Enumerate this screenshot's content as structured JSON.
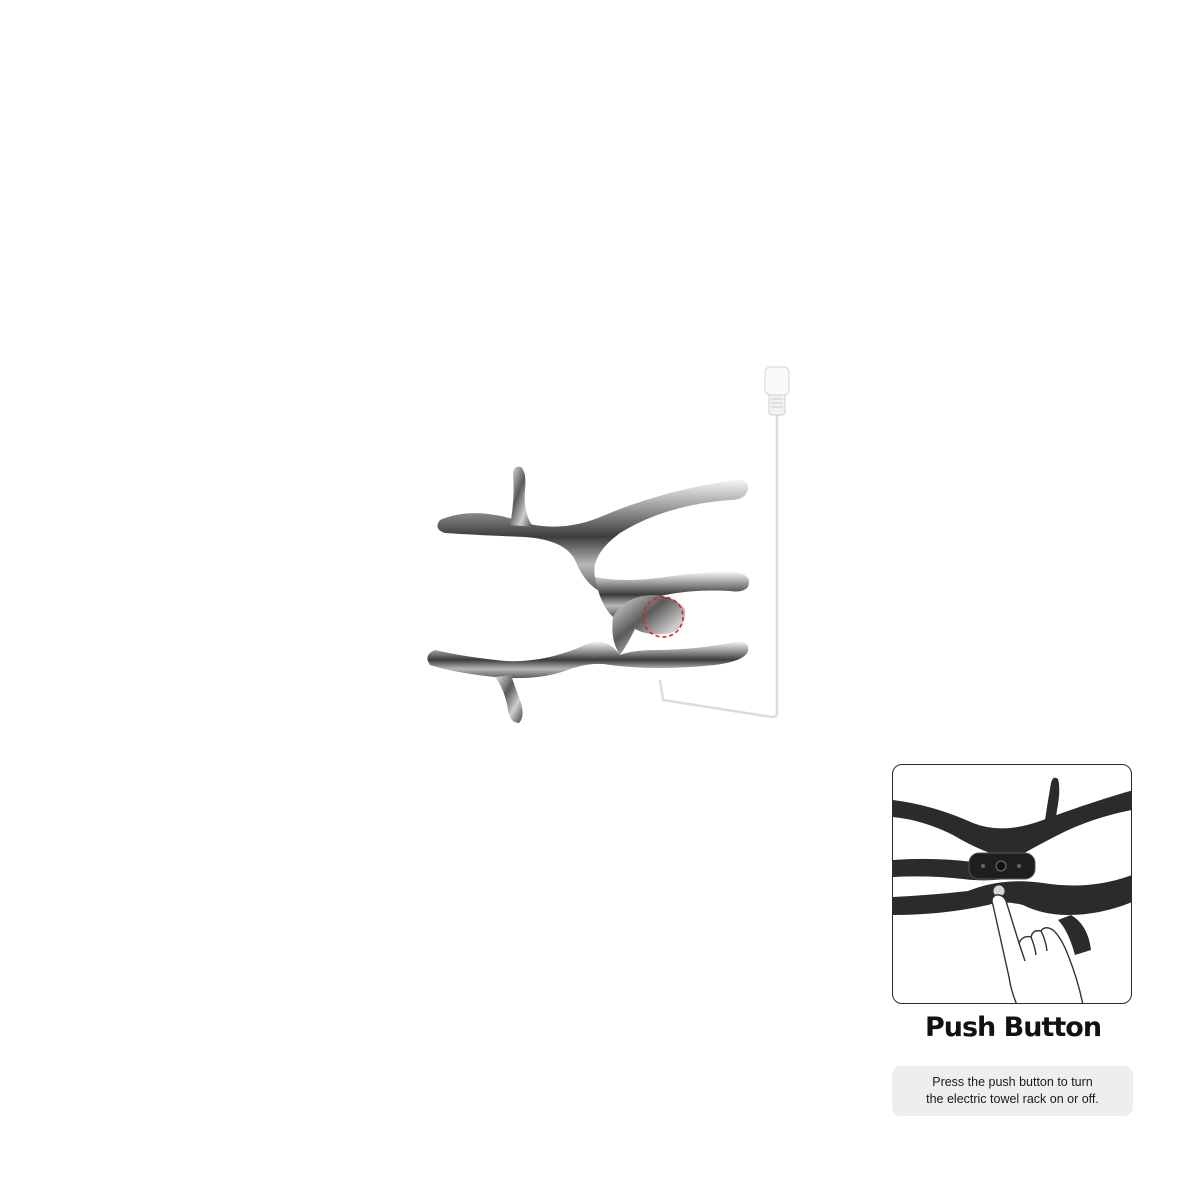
{
  "product_illustration": {
    "icon": "chrome-branch-towel-rack",
    "highlight_color": "#e02020",
    "cable_color": "#e2e2e2"
  },
  "detail_panel": {
    "icon": "hand-pressing-button",
    "rack_color": "#2b2b2b"
  },
  "caption": {
    "title": "Push Button",
    "line1": "Press the push button to turn",
    "line2": "the electric towel rack on or off."
  }
}
